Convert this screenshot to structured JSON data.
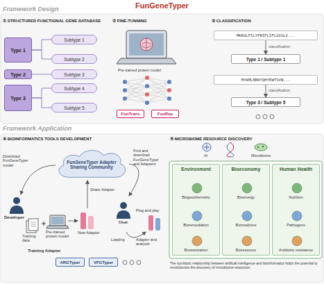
{
  "diagram": {
    "title": "FunGeneTyper",
    "caption": "The symbiotic relationship between artificial intelligence and bioinformatics holds the potential to revolutionize the discovery of microbiome resources.",
    "nodes": [
      {
        "text": [
          "Type 1"
        ]
      },
      {
        "text": [
          "Subtype 1"
        ]
      },
      {
        "text": [
          "Subtype 2"
        ]
      },
      {
        "text": [
          "Type 2"
        ]
      },
      {
        "text": [
          "Subtype 3"
        ]
      },
      {
        "text": [
          "Type 3"
        ]
      },
      {
        "text": [
          "Subtype 4"
        ]
      },
      {
        "text": [
          "Subtype 5"
        ]
      },
      {
        "text": [
          "FunTrans"
        ]
      },
      {
        "text": [
          "FunRep"
        ]
      },
      {
        "text": [
          "MKKGLFILYFNIFLIFLGIGLV..."
        ]
      },
      {
        "text": [
          "Type 1 / Subtype 1"
        ]
      },
      {
        "text": [
          "MYAMLRRKYQHYEWTSVN..."
        ]
      },
      {
        "text": [
          "Type 3 / Subtype 5"
        ]
      },
      {
        "text": [
          "FunGeneTyper Adapter Sharing Community"
        ]
      },
      {
        "text": [
          "ARGTyper"
        ]
      },
      {
        "text": [
          "VFGTyper"
        ]
      },
      {
        "text": [
          "Environment",
          "Biogeochemistry",
          "Bioremediation",
          "Biorestoration"
        ]
      },
      {
        "text": [
          "Bioeconomy",
          "Bioenergy",
          "Biomedicine",
          "Bioresource"
        ]
      },
      {
        "text": [
          "Human Health",
          "Nutrition",
          "Pathogens",
          "Antibiotic resistance"
        ]
      }
    ],
    "edges": [
      {
        "from": 0,
        "to": 1,
        "arrow": "none"
      },
      {
        "from": 0,
        "to": 2,
        "arrow": "none"
      },
      {
        "from": 3,
        "to": 4,
        "arrow": "none"
      },
      {
        "from": 5,
        "to": 6,
        "arrow": "none"
      },
      {
        "from": 5,
        "to": 7,
        "arrow": "none"
      },
      {
        "from": 10,
        "to": 11,
        "label": "classification",
        "arrow": "to"
      },
      {
        "from": 12,
        "to": 13,
        "label": "classification",
        "arrow": "to"
      }
    ],
    "labels": [
      "Framework Design",
      "① STRUCTURED FUNCTIONAL GENE DATABASE",
      "② FINE-TUNNING",
      "③ CLASSIFICATION",
      "Pre-trained protein model",
      "Framework Application",
      "④ BIOINFORMATICS TOOLS DEVELOPMENT",
      "⑤ MICROBIOME RESOURCE DISCOVERY",
      "Download FunGeneTyper model",
      "Find and download FunGeneTyper and Adapters",
      "Share Adapter",
      "Developer",
      "Training data",
      "Pre-trained protein model",
      "New Adapter",
      "Training Adapter",
      "User",
      "Plug and play",
      "Loading",
      "Adapter and analysis",
      "AI",
      "Microbiome"
    ]
  }
}
